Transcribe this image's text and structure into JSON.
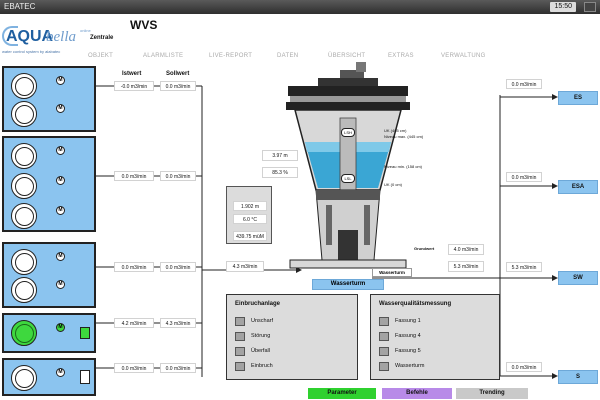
{
  "topbar": {
    "app_name": "EBATEC",
    "clock": "15:50"
  },
  "logo": {
    "brand_a": "AQUA",
    "brand_b": "bella",
    "online": "online",
    "tagline": "water control system by alabatec"
  },
  "header": {
    "title": "WVS",
    "subtitle": "Zentrale"
  },
  "nav": [
    "OBJEKT",
    "ALARMLISTE",
    "LIVE-REPORT",
    "DATEN",
    "ÜBERSICHT",
    "EXTRAS",
    "VERWALTUNG"
  ],
  "columns": {
    "istwert": "Istwert",
    "sollwert": "Sollwert"
  },
  "pump_rows": [
    {
      "ist": "-0.0 m3/min",
      "soll": "0.0 m3/min"
    },
    {
      "ist": "0.0 m3/min",
      "soll": "0.0 m3/min"
    },
    {
      "ist": "0.0 m3/min",
      "soll": "0.0 m3/min"
    },
    {
      "ist": "4.2 m3/min",
      "soll": "4.3 m3/min"
    },
    {
      "ist": "0.0 m3/min",
      "soll": "0.0 m3/min"
    }
  ],
  "center": {
    "inflow": "4.3 m3/min"
  },
  "tower": {
    "name": "Wasserturm",
    "label_lsh": "LSH",
    "label_lsl": "LSL",
    "level_m": "3.97 m",
    "level_pct": "85.3 %",
    "uk_top": "UK (485 cm)",
    "niveau_max": "Niveau max. (445 cm)",
    "niveau_min": "Niveau min. (158 cm)",
    "uk_bottom": "UK (0 cm)",
    "grundwert": "Grundwert",
    "base_label": "Wasserturm",
    "outflow_a": "4.0 m3/min",
    "outflow_b": "5.3 m3/min"
  },
  "info": {
    "value1": "1.902 m",
    "value2": "6.0 °C",
    "value3": "439.75 müM"
  },
  "outputs": [
    {
      "value": "0.0 m3/min",
      "name": "ES"
    },
    {
      "value": "0.0 m3/min",
      "name": "ESA"
    },
    {
      "value": "5.3 m3/min",
      "name": "SW"
    },
    {
      "value": "0.0 m3/min",
      "name": "S"
    }
  ],
  "einbruch": {
    "title": "Einbruchanlage",
    "items": [
      "Unscharf",
      "Störung",
      "Überfall",
      "Einbruch"
    ]
  },
  "wasserq": {
    "title": "Wasserqualitätsmessung",
    "items": [
      "Fassung 1",
      "Fassung 4",
      "Fassung 5",
      "Wasserturm"
    ]
  },
  "buttons": {
    "parameter": "Parameter",
    "befehle": "Befehle",
    "trending": "Trending"
  },
  "colors": {
    "water_blue": "#8bc4ef",
    "pump_on": "#3ed83e",
    "parameter": "#2fd12f",
    "befehle": "#b88ae8",
    "trending": "#c9c9c9"
  }
}
